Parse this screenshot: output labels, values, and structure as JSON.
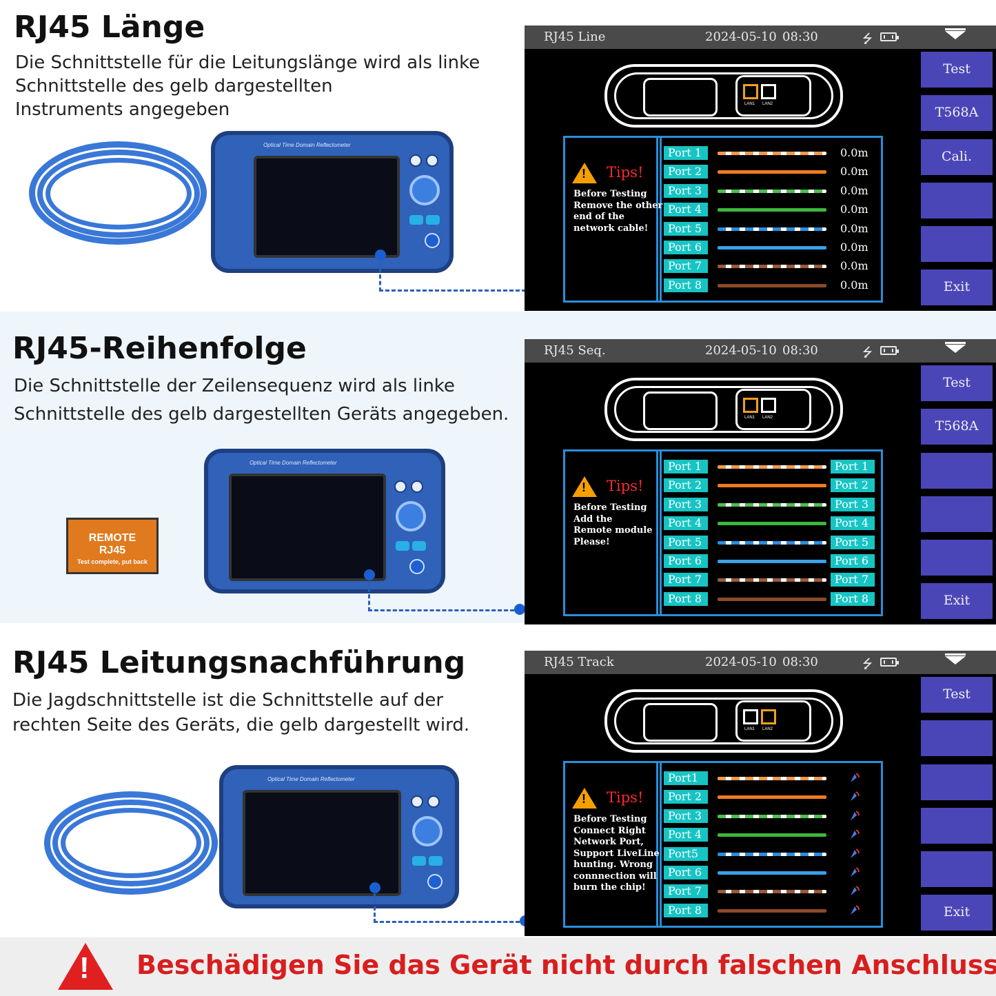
{
  "sections": [
    {
      "heading": "RJ45 Länge",
      "desc": [
        "Die Schnittstelle für die Leitungslänge wird als linke",
        "Schnittstelle des gelb dargestellten",
        "Instruments angegeben"
      ],
      "screen": {
        "title": "RJ45  Line",
        "date": "2024-05-10",
        "time": "08:30",
        "buttons": [
          "Test",
          "T568A",
          "Cali.",
          "",
          "",
          "Exit"
        ],
        "tips_title": "Tips!",
        "tips_text": [
          "Before Testing",
          "Remove the other",
          "end of the",
          "network cable!"
        ],
        "ports": [
          "Port 1",
          "Port 2",
          "Port 3",
          "Port 4",
          "Port 5",
          "Port 6",
          "Port 7",
          "Port 8"
        ],
        "lengths": [
          "0.0m",
          "0.0m",
          "0.0m",
          "0.0m",
          "0.0m",
          "0.0m",
          "0.0m",
          "0.0m"
        ]
      }
    },
    {
      "heading": "RJ45-Reihenfolge",
      "desc": [
        "Die Schnittstelle der Zeilensequenz wird als linke",
        "Schnittstelle des gelb dargestellten Geräts angegeben."
      ],
      "screen": {
        "title": "RJ45  Seq.",
        "date": "2024-05-10",
        "time": "08:30",
        "buttons": [
          "Test",
          "T568A",
          "",
          "",
          "",
          "Exit"
        ],
        "tips_title": "Tips!",
        "tips_text": [
          "Before Testing",
          "Add the",
          "Remote module",
          "Please!"
        ],
        "ports": [
          "Port  1",
          "Port  2",
          "Port  3",
          "Port  4",
          "Port  5",
          "Port  6",
          "Port  7",
          "Port  8"
        ],
        "ports_right": [
          "Port 1",
          "Port 2",
          "Port 3",
          "Port 4",
          "Port 5",
          "Port 6",
          "Port 7",
          "Port 8"
        ]
      },
      "remote_module": {
        "line1": "REMOTE",
        "line2": "RJ45",
        "line3": "Test complete, put back"
      }
    },
    {
      "heading": "RJ45 Leitungsnachführung",
      "desc": [
        "Die Jagdschnittstelle ist die Schnittstelle auf der",
        "rechten Seite des Geräts, die gelb dargestellt wird."
      ],
      "screen": {
        "title": "RJ45  Track",
        "date": "2024-05-10",
        "time": "08:30",
        "buttons": [
          "Test",
          "",
          "",
          "",
          "",
          "Exit"
        ],
        "tips_title": "Tips!",
        "tips_text": [
          "Before Testing",
          "Connect Right",
          "Network Port,",
          "Support LiveLine",
          "hunting. Wrong",
          "connnection will",
          "burn the chip!"
        ],
        "ports": [
          "Port1",
          "Port 2",
          "Port 3",
          "Port 4",
          "Port5",
          "Port 6",
          "Port 7",
          "Port 8"
        ]
      }
    }
  ],
  "device_label": "Optical Time Domain Reflectometer",
  "lan_labels": [
    "LAN1",
    "LAN2"
  ],
  "wire_colors": [
    {
      "base": "#f29a4a",
      "stripe": "#ffffff"
    },
    {
      "base": "#f07a1e",
      "stripe": ""
    },
    {
      "base": "#4cc04c",
      "stripe": "#ffffff"
    },
    {
      "base": "#3cb83c",
      "stripe": ""
    },
    {
      "base": "#2a8ee0",
      "stripe": "#ffffff"
    },
    {
      "base": "#3aa0e8",
      "stripe": ""
    },
    {
      "base": "#9a5a3a",
      "stripe": "#ffffff"
    },
    {
      "base": "#8b4a2a",
      "stripe": ""
    }
  ],
  "footer": {
    "warning": "Beschädigen Sie das Gerät nicht durch falschen Anschluss!"
  }
}
